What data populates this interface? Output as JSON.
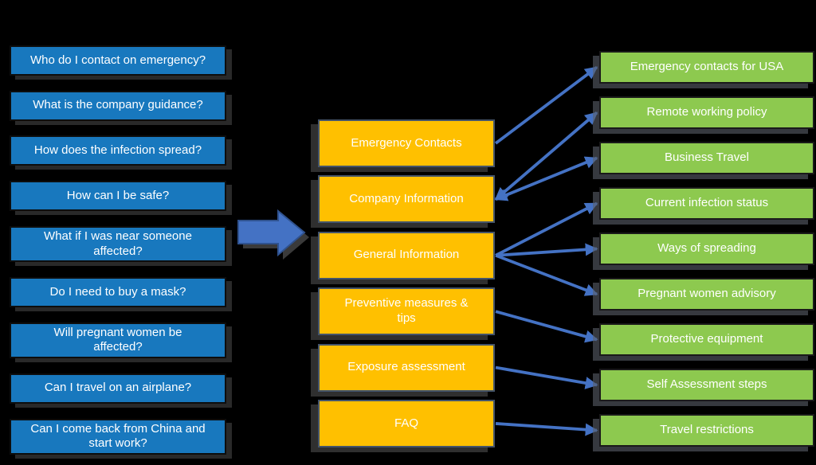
{
  "diagram_title": "",
  "columns": {
    "questions": {
      "items": [
        {
          "label": "Who do I contact on emergency?"
        },
        {
          "label": "What is the company guidance?"
        },
        {
          "label": "How does the infection spread?"
        },
        {
          "label": "How can I be safe?"
        },
        {
          "label": "What if I was near someone\naffected?"
        },
        {
          "label": "Do I need to buy a mask?"
        },
        {
          "label": "Will pregnant women be\naffected?"
        },
        {
          "label": "Can I travel on an airplane?"
        },
        {
          "label": "Can I come back from China and\nstart work?"
        }
      ]
    },
    "categories": {
      "items": [
        {
          "label": "Emergency Contacts"
        },
        {
          "label": "Company Information"
        },
        {
          "label": "General Information"
        },
        {
          "label": "Preventive measures &\ntips"
        },
        {
          "label": "Exposure assessment"
        },
        {
          "label": "FAQ"
        }
      ]
    },
    "topics": {
      "items": [
        {
          "label": "Emergency contacts for USA"
        },
        {
          "label": "Remote working policy"
        },
        {
          "label": "Business Travel"
        },
        {
          "label": "Current infection status"
        },
        {
          "label": "Ways of spreading"
        },
        {
          "label": "Pregnant women advisory"
        },
        {
          "label": "Protective equipment"
        },
        {
          "label": "Self Assessment steps"
        },
        {
          "label": "Travel restrictions"
        }
      ]
    }
  },
  "connections": [
    {
      "from": 0,
      "to": 0,
      "double_headed": false
    },
    {
      "from": 1,
      "to": 1,
      "double_headed": true
    },
    {
      "from": 1,
      "to": 2,
      "double_headed": true
    },
    {
      "from": 2,
      "to": 3,
      "double_headed": false
    },
    {
      "from": 2,
      "to": 4,
      "double_headed": false
    },
    {
      "from": 2,
      "to": 5,
      "double_headed": false
    },
    {
      "from": 3,
      "to": 6,
      "double_headed": false
    },
    {
      "from": 4,
      "to": 7,
      "double_headed": false
    },
    {
      "from": 5,
      "to": 8,
      "double_headed": false
    }
  ],
  "icons": {
    "flow_arrow": "right-block-arrow"
  },
  "colors": {
    "background": "#000000",
    "question_box": "#1878BE",
    "category_box": "#FFC000",
    "topic_box": "#8DC94F",
    "connector": "#4472C4",
    "flow_arrow_fill": "#4472C4",
    "flow_arrow_outline": "#2F528F",
    "text": "#FFFFFF"
  }
}
